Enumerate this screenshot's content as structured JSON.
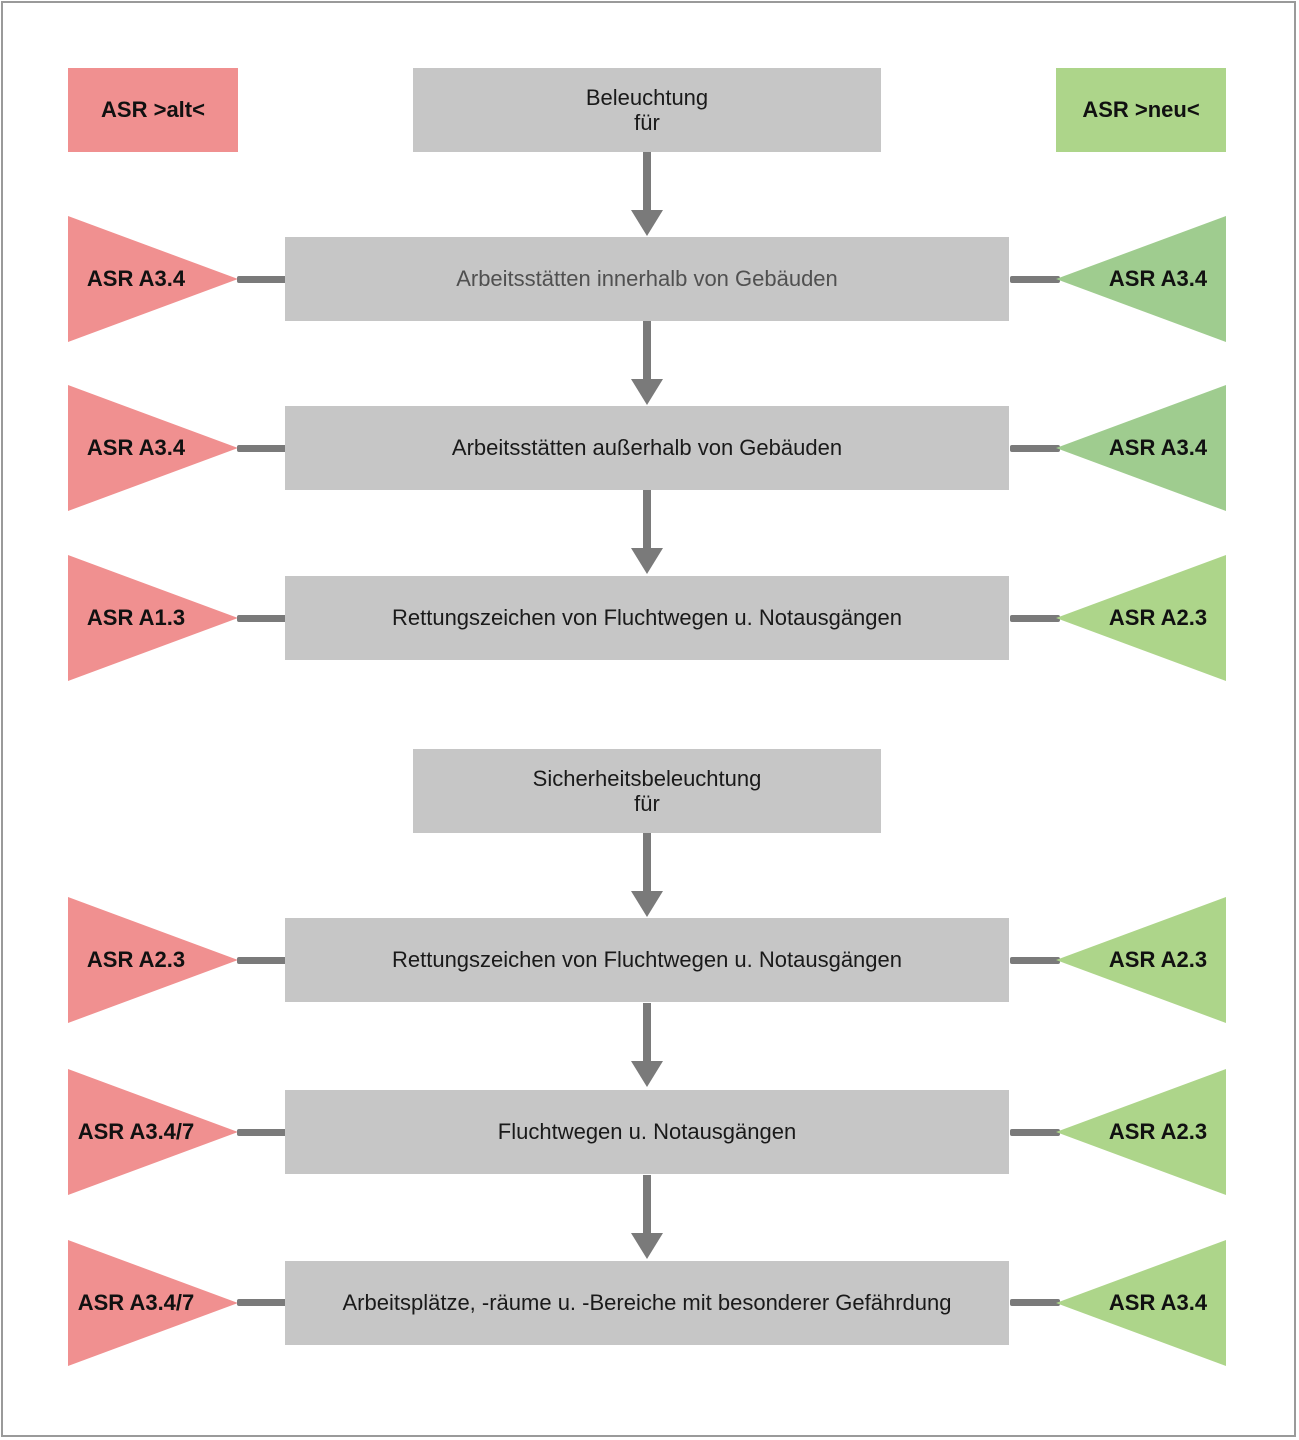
{
  "colors": {
    "old": "#f09090",
    "new_dark": "#9fcc8f",
    "new_light": "#add58a",
    "box": "#c6c6c6",
    "connector": "#7a7a7a"
  },
  "legend": {
    "old": "ASR >alt<",
    "new": "ASR >neu<"
  },
  "sections": [
    {
      "header": [
        "Beleuchtung",
        "für"
      ],
      "rows": [
        {
          "label": "Arbeitsstätten innerhalb von Gebäuden",
          "old": "ASR A3.4",
          "new": "ASR A3.4",
          "new_tone": "dark"
        },
        {
          "label": "Arbeitsstätten außerhalb von Gebäuden",
          "old": "ASR A3.4",
          "new": "ASR A3.4",
          "new_tone": "dark"
        },
        {
          "label": "Rettungszeichen von Fluchtwegen u. Notausgängen",
          "old": "ASR A1.3",
          "new": "ASR A2.3",
          "new_tone": "light"
        }
      ]
    },
    {
      "header": [
        "Sicherheitsbeleuchtung",
        "für"
      ],
      "rows": [
        {
          "label": "Rettungszeichen von Fluchtwegen u. Notausgängen",
          "old": "ASR A2.3",
          "new": "ASR A2.3",
          "new_tone": "light"
        },
        {
          "label": "Fluchtwegen u. Notausgängen",
          "old": "ASR A3.4/7",
          "new": "ASR A2.3",
          "new_tone": "light"
        },
        {
          "label": "Arbeitsplätze, -räume u. -Bereiche mit besonderer Gefährdung",
          "old": "ASR A3.4/7",
          "new": "ASR A3.4",
          "new_tone": "light"
        }
      ]
    }
  ]
}
